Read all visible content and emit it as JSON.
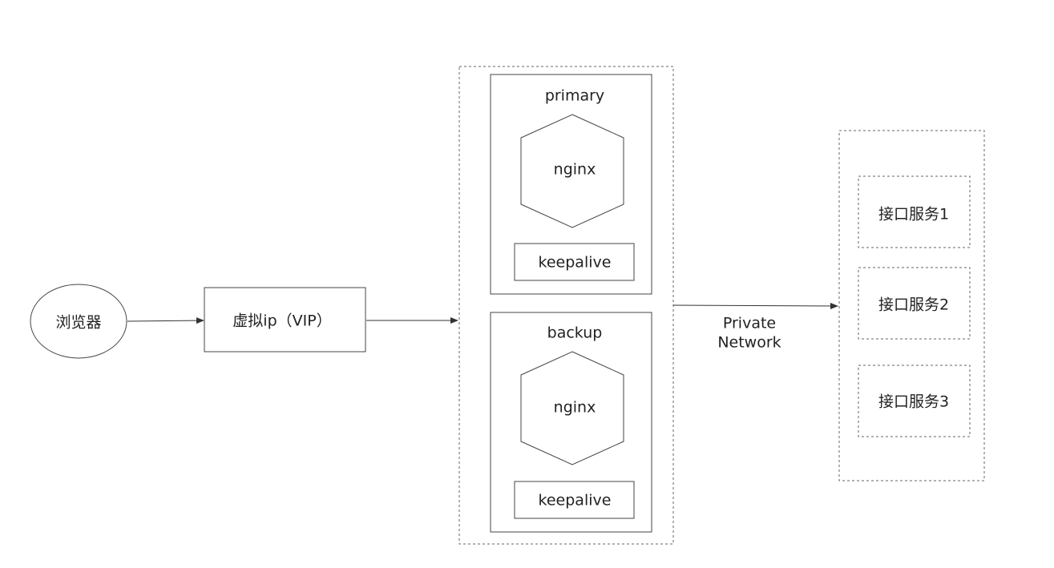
{
  "browser": {
    "label": "浏览器"
  },
  "vip": {
    "label": "虚拟ip（VIP）"
  },
  "primary": {
    "title": "primary",
    "nginx": "nginx",
    "keepalive": "keepalive"
  },
  "backup": {
    "title": "backup",
    "nginx": "nginx",
    "keepalive": "keepalive"
  },
  "network": {
    "line1": "Private",
    "line2": "Network"
  },
  "services": [
    {
      "label": "接口服务1"
    },
    {
      "label": "接口服务2"
    },
    {
      "label": "接口服务3"
    }
  ]
}
